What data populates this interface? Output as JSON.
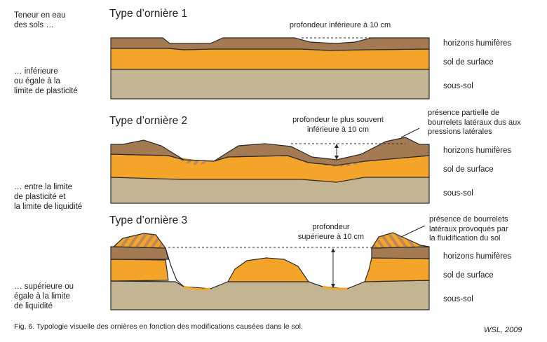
{
  "left_labels": {
    "teneur": "Teneur en eau\ndes sols …",
    "cond1": "… inférieure\nou égale à la\nlimite de plasticité",
    "cond2": "… entre la limite\nde plasticité et\nla limite de liquidité",
    "cond3": "… supérieure ou\négale à la limite\nde liquidité"
  },
  "types": [
    {
      "title": "Type d’ornière 1",
      "annotation": "profondeur inférieure à 10 cm",
      "layers": [
        "horizons humifères",
        "sol de surface",
        "sous-sol"
      ]
    },
    {
      "title": "Type d’ornière 2",
      "annotation": "profondeur le plus souvent\ninférieure à 10 cm",
      "side_note": "présence partielle de\nbourrelets latéraux dus aux\npressions latérales",
      "layers": [
        "horizons humifères",
        "sol de surface",
        "sous-sol"
      ]
    },
    {
      "title": "Type d’ornière 3",
      "annotation": "profondeur\nsupérieure à 10 cm",
      "side_note": "présence de bourrelets\nlatéraux provoqués par\nla fluidification du sol",
      "layers": [
        "horizons humifères",
        "sol de surface",
        "sous-sol"
      ]
    }
  ],
  "caption": "Fig. 6. Typologie visuelle des ornières en fonction des modifications causées dans le sol.",
  "credit": "WSL, 2009",
  "colors": {
    "humus": "#a47a52",
    "surface": "#f5a42a",
    "subsoil": "#c3b592",
    "outline": "#2a2a2a",
    "stripe": "#b98a5a"
  }
}
